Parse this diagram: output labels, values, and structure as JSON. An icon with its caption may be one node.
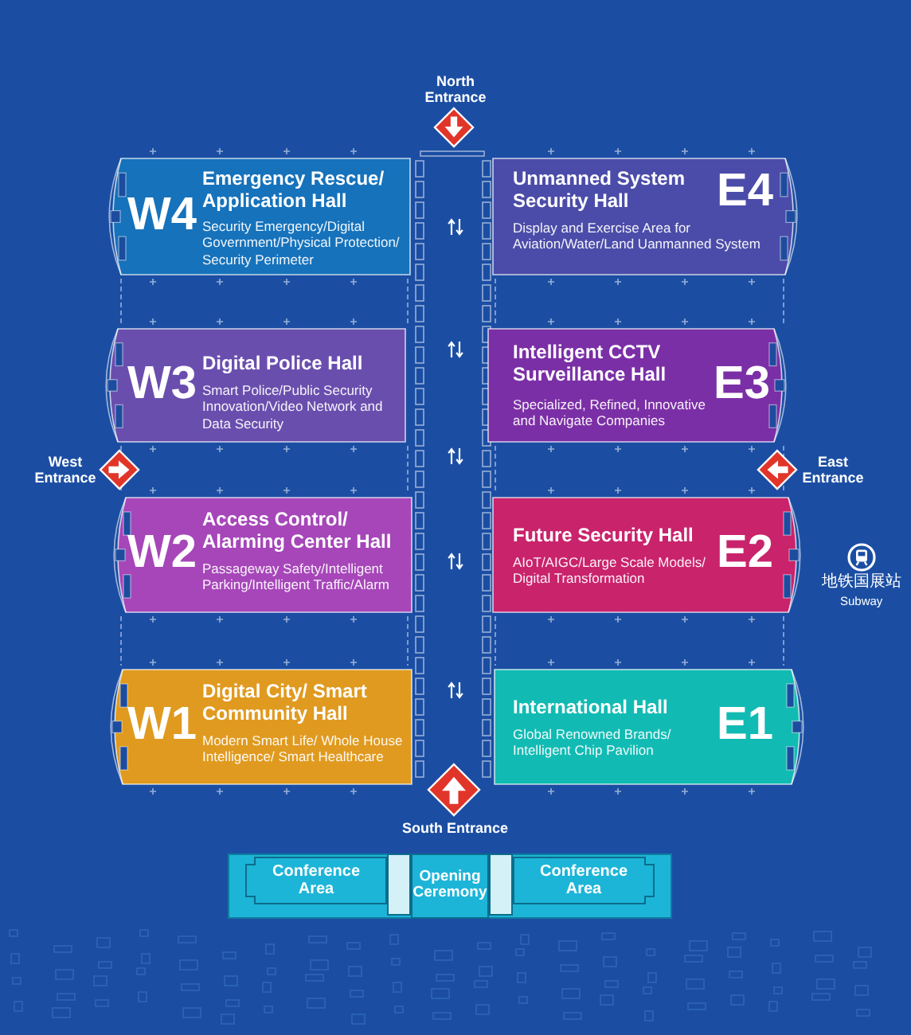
{
  "diagram": {
    "nodes": [
      {
        "text": [
          "W4",
          "Emergency Rescue/ Application Hall",
          "Security Emergency/Digital Government/Physical Protection/ Security Perimeter"
        ]
      },
      {
        "text": [
          "Unmanned System Security Hall",
          "E4",
          "Display and Exercise Area for Aviation/Water/Land Uanmanned System"
        ]
      },
      {
        "text": [
          "W3",
          "Digital Police Hall",
          "Smart Police/Public Security Innovation/Video Network and Data Security"
        ]
      },
      {
        "text": [
          "Intelligent CCTV Surveillance Hall",
          "E3",
          "Specialized, Refined, Innovative and Navigate Companies"
        ]
      },
      {
        "text": [
          "W2",
          "Access Control/ Alarming Center Hall",
          "Passageway Safety/Intelligent Parking/Intelligent Traffic/Alarm"
        ]
      },
      {
        "text": [
          "Future Security Hall",
          "E2",
          "AIoT/AIGC/Large Scale Models/ Digital Transformation"
        ]
      },
      {
        "text": [
          "W1",
          "Digital City/ Smart Community Hall",
          "Modern Smart Life/ Whole House Intelligence/ Smart Healthcare"
        ]
      },
      {
        "text": [
          "International Hall",
          "E1",
          "Global Renowned Brands/ Intelligent Chip Pavilion"
        ]
      },
      {
        "text": [],
        "shape": "box"
      },
      {
        "text": [
          "Conference Area"
        ],
        "in": 8
      },
      {
        "text": [
          "Opening Ceremony"
        ],
        "in": 8
      },
      {
        "text": [
          "Conference Area"
        ],
        "in": 8
      }
    ],
    "labels": [
      "North Entrance",
      "West Entrance",
      "East Entrance",
      "地铁国展站",
      "Subway",
      "South Entrance"
    ]
  }
}
